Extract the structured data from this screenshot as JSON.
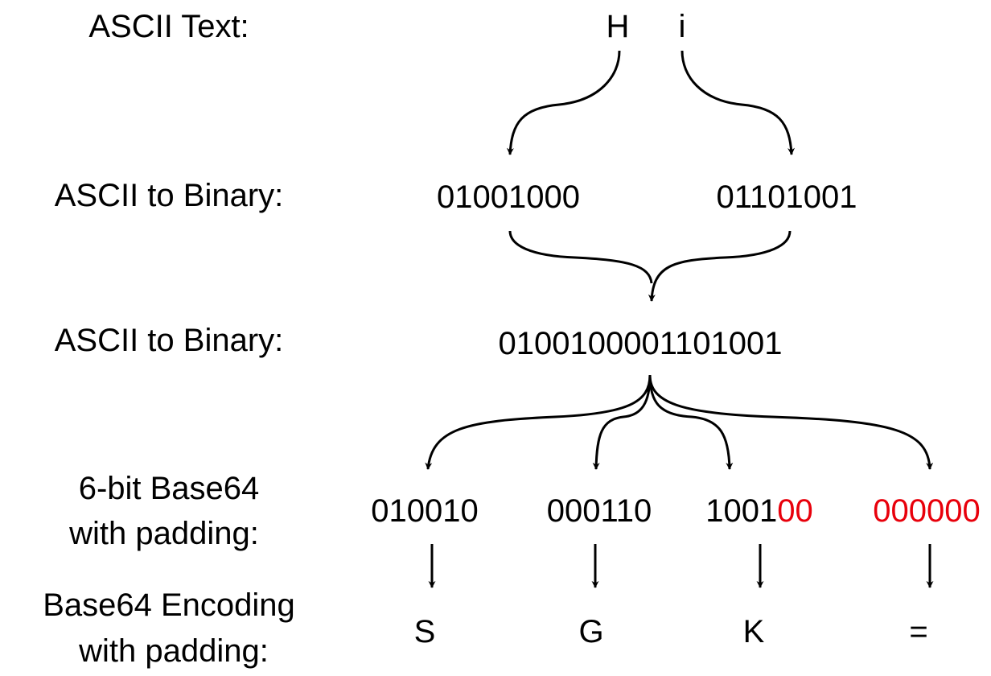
{
  "rows": {
    "ascii_text": {
      "label": "ASCII Text:"
    },
    "ascii_to_binary": {
      "label": "ASCII to Binary:"
    },
    "concatenated_binary": {
      "label": "ASCII to Binary:"
    },
    "six_bit": {
      "label_line1": "6-bit Base64",
      "label_line2": "with padding:"
    },
    "encoding": {
      "label_line1": "Base64 Encoding",
      "label_line2": "with padding:"
    }
  },
  "characters": [
    "H",
    "i"
  ],
  "binary_bytes": [
    "01001000",
    "01101001"
  ],
  "concatenated": "0100100001101001",
  "groups": [
    {
      "bits": "010010",
      "padding": ""
    },
    {
      "bits": "000110",
      "padding": ""
    },
    {
      "bits": "1001",
      "padding": "00"
    },
    {
      "bits": "",
      "padding": "000000"
    }
  ],
  "encoded": [
    {
      "char": "S",
      "is_padding": false
    },
    {
      "char": "G",
      "is_padding": false
    },
    {
      "char": "K",
      "is_padding": false
    },
    {
      "char": "=",
      "is_padding": true
    }
  ],
  "colors": {
    "text": "#000000",
    "padding": "#e8000b",
    "arrow": "#000000"
  }
}
